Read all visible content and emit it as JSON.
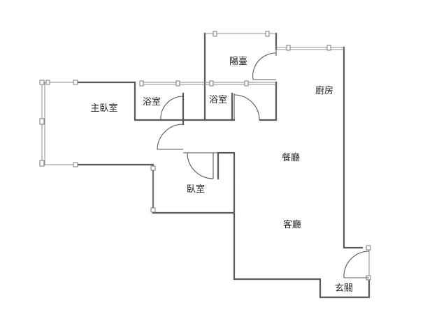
{
  "floorplan": {
    "rooms": [
      {
        "id": "master-bedroom",
        "label": "主臥室"
      },
      {
        "id": "bath-1",
        "label": "浴室"
      },
      {
        "id": "bath-2",
        "label": "浴室"
      },
      {
        "id": "balcony",
        "label": "陽臺"
      },
      {
        "id": "kitchen",
        "label": "廚房"
      },
      {
        "id": "dining",
        "label": "餐廳"
      },
      {
        "id": "bedroom",
        "label": "臥室"
      },
      {
        "id": "living",
        "label": "客廳"
      },
      {
        "id": "entrance",
        "label": "玄關"
      }
    ]
  }
}
